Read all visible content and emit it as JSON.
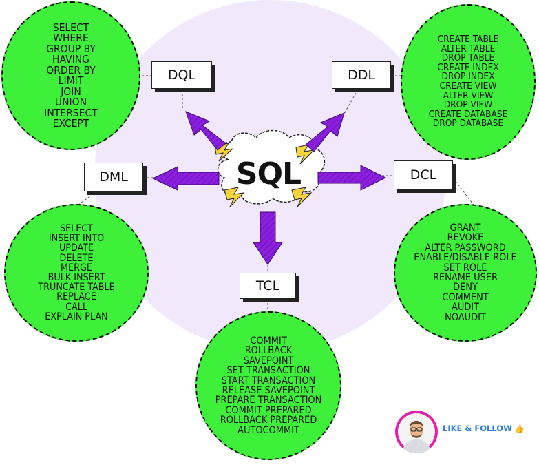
{
  "sql_label": "SQL",
  "categories": {
    "dql": {
      "label": "DQL",
      "items": [
        "SELECT",
        "WHERE",
        "GROUP BY",
        "HAVING",
        "ORDER BY",
        "LIMIT",
        "JOIN",
        "UNION",
        "INTERSECT",
        "EXCEPT"
      ]
    },
    "ddl": {
      "label": "DDL",
      "items": [
        "CREATE TABLE",
        "ALTER TABLE",
        "DROP TABLE",
        "CREATE INDEX",
        "DROP INDEX",
        "CREATE VIEW",
        "ALTER VIEW",
        "DROP VIEW",
        "CREATE DATABASE",
        "DROP DATABASE"
      ]
    },
    "dml": {
      "label": "DML",
      "items": [
        "SELECT",
        "INSERT INTO",
        "UPDATE",
        "DELETE",
        "MERGE",
        "BULK INSERT",
        "TRUNCATE TABLE",
        "REPLACE",
        "CALL",
        "EXPLAIN PLAN"
      ]
    },
    "dcl": {
      "label": "DCL",
      "items": [
        "GRANT",
        "REVOKE",
        "ALTER PASSWORD",
        "ENABLE/DISABLE ROLE",
        "SET ROLE",
        "RENAME USER",
        "DENY",
        "COMMENT",
        "AUDIT",
        "NOAUDIT"
      ]
    },
    "tcl": {
      "label": "TCL",
      "items": [
        "COMMIT",
        "ROLLBACK",
        "SAVEPOINT",
        "SET TRANSACTION",
        "START TRANSACTION",
        "RELEASE SAVEPOINT",
        "PREPARE TRANSACTION",
        "COMMIT PREPARED",
        "ROLLBACK PREPARED",
        "AUTOCOMMIT"
      ]
    }
  },
  "footer": {
    "like_follow": "LIKE & FOLLOW",
    "thumb_icon": "👍"
  },
  "colors": {
    "bubble_green": "#3ef03a",
    "arrow_purple": "#8d1fe0",
    "bolt_yellow": "#f5d33a",
    "background_circle": "#f1e8fb",
    "link_blue": "#2f7fd8"
  }
}
